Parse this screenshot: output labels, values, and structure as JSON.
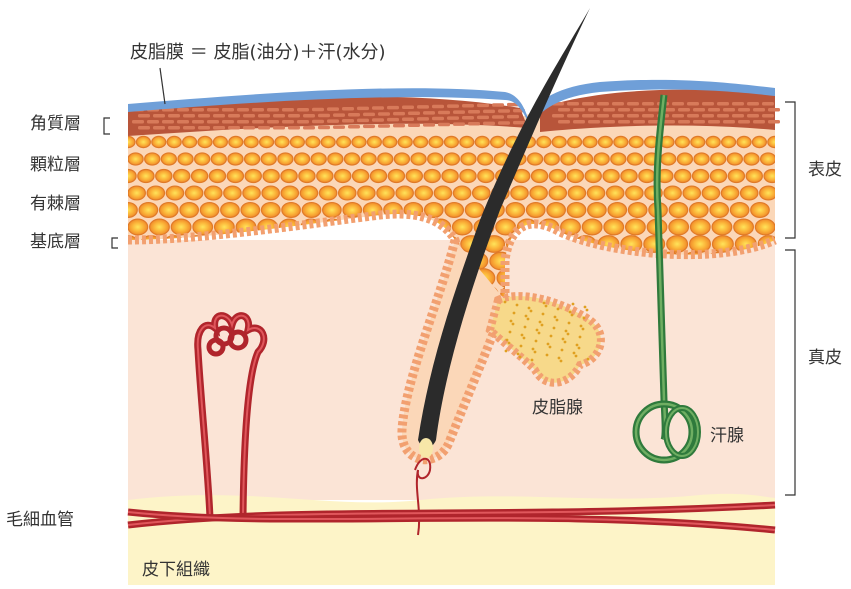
{
  "diagram": {
    "sebum_film": "皮脂膜 ＝ 皮脂(油分)＋汗(水分)",
    "layers_left": {
      "stratum_corneum": "角質層",
      "stratum_granulosum": "顆粒層",
      "stratum_spinosum": "有棘層",
      "stratum_basale": "基底層"
    },
    "capillary": "毛細血管",
    "subcutis": "皮下組織",
    "epidermis": "表皮",
    "dermis": "真皮",
    "sebaceous_gland": "皮脂腺",
    "sweat_gland": "汗腺"
  },
  "colors": {
    "sebum_film": "#6f9fd8",
    "corneum": "#b8553a",
    "granular_cell": "#f09030",
    "cell_center": "#ffe060",
    "dermis": "#fbe4d6",
    "subcutis": "#fdf4c8",
    "blood": "#b0252c",
    "hair": "#2b2b2b",
    "sweat_duct": "#2f7a3c",
    "sebum": "#f3d25a"
  }
}
